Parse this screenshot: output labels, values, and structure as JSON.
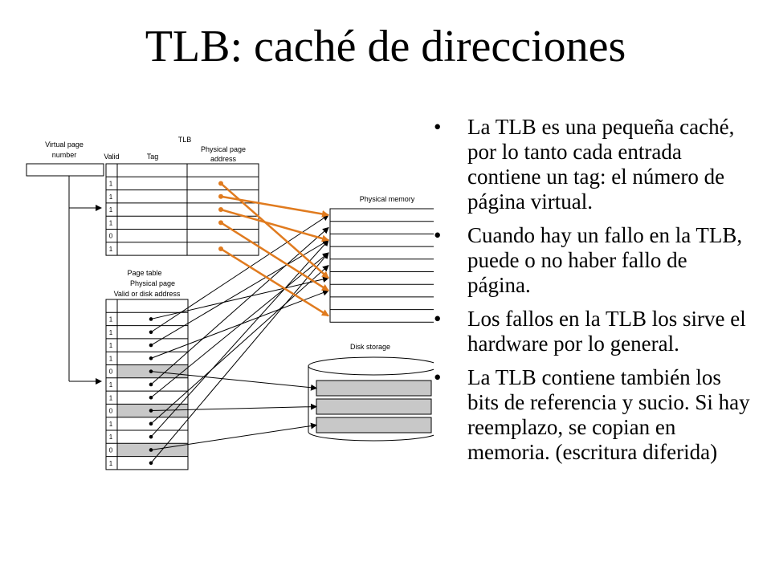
{
  "title": "TLB: caché de direcciones",
  "diagram": {
    "virtual_page_label": [
      "Virtual page",
      "number"
    ],
    "tlb_label": "TLB",
    "tlb_valid_header": "Valid",
    "tlb_tag_header": "Tag",
    "tlb_phys_header": [
      "Physical page",
      "address"
    ],
    "tlb_valid_bits": [
      "1",
      "1",
      "1",
      "1",
      "0",
      "1"
    ],
    "physical_memory_label": "Physical memory",
    "page_table_label": "Page table",
    "pt_header": [
      "Physical page",
      "Valid or disk address"
    ],
    "pt_valid_bits": [
      "1",
      "1",
      "1",
      "1",
      "0",
      "1",
      "1",
      "0",
      "1",
      "1",
      "0",
      "1"
    ],
    "disk_label": "Disk storage",
    "colors": {
      "tlb_arrow": "#e07b1f",
      "invalid_fill": "#c8c8c8",
      "line": "#000000",
      "disk_slot": "#c8c8c8"
    }
  },
  "bullets": [
    "La TLB es una pequeña caché, por lo tanto cada entrada contiene un tag: el número de página virtual.",
    "Cuando hay un fallo en la TLB, puede o no haber fallo de página.",
    "Los fallos en la TLB los sirve el hardware por lo general.",
    "La TLB contiene también los bits de referencia y sucio. Si hay reemplazo, se copian en memoria. (escritura diferida)"
  ]
}
